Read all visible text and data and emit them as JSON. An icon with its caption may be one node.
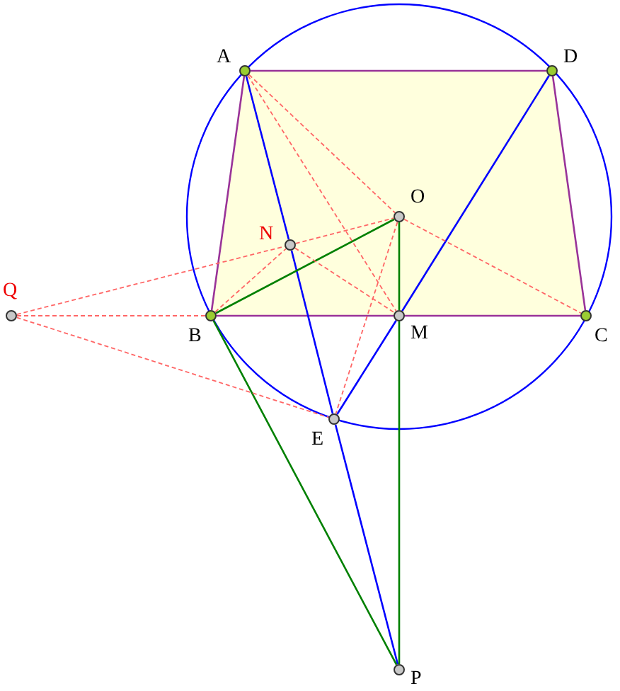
{
  "diagram": {
    "nodes": [
      {
        "text": [
          "A"
        ]
      },
      {
        "text": [
          "D"
        ]
      },
      {
        "text": [
          "O"
        ]
      },
      {
        "text": [
          "N"
        ]
      },
      {
        "text": [
          "Q"
        ]
      },
      {
        "text": [
          "B"
        ]
      },
      {
        "text": [
          "M"
        ]
      },
      {
        "text": [
          "C"
        ]
      },
      {
        "text": [
          "E"
        ]
      },
      {
        "text": [
          "P"
        ]
      }
    ],
    "edges": [
      {
        "from": 0,
        "to": 1,
        "arrow": "none",
        "color": "#993399"
      },
      {
        "from": 0,
        "to": 5,
        "arrow": "none",
        "color": "#993399"
      },
      {
        "from": 1,
        "to": 7,
        "arrow": "none",
        "color": "#993399"
      },
      {
        "from": 5,
        "to": 7,
        "arrow": "none",
        "color": "#993399"
      },
      {
        "from": 0,
        "to": 3,
        "arrow": "none",
        "color": "#0000ff"
      },
      {
        "from": 3,
        "to": 8,
        "arrow": "none",
        "color": "#0000ff"
      },
      {
        "from": 8,
        "to": 9,
        "arrow": "none",
        "color": "#0000ff"
      },
      {
        "from": 1,
        "to": 6,
        "arrow": "none",
        "color": "#0000ff"
      },
      {
        "from": 6,
        "to": 8,
        "arrow": "none",
        "color": "#0000ff"
      },
      {
        "from": 5,
        "to": 2,
        "arrow": "none",
        "color": "#008000"
      },
      {
        "from": 2,
        "to": 6,
        "arrow": "none",
        "color": "#008000"
      },
      {
        "from": 6,
        "to": 9,
        "arrow": "none",
        "color": "#008000"
      },
      {
        "from": 5,
        "to": 9,
        "arrow": "none",
        "color": "#008000"
      },
      {
        "from": 0,
        "to": 2,
        "arrow": "none",
        "style": "dashed"
      },
      {
        "from": 0,
        "to": 6,
        "arrow": "none",
        "style": "dashed"
      },
      {
        "from": 2,
        "to": 7,
        "arrow": "none",
        "style": "dashed"
      },
      {
        "from": 5,
        "to": 3,
        "arrow": "none",
        "style": "dashed"
      },
      {
        "from": 3,
        "to": 6,
        "arrow": "none",
        "style": "dashed"
      },
      {
        "from": 4,
        "to": 3,
        "arrow": "none",
        "style": "dashed"
      },
      {
        "from": 3,
        "to": 2,
        "arrow": "none",
        "style": "dashed"
      },
      {
        "from": 4,
        "to": 5,
        "arrow": "none",
        "style": "dashed"
      },
      {
        "from": 4,
        "to": 8,
        "arrow": "none",
        "style": "dashed"
      },
      {
        "from": 2,
        "to": 8,
        "arrow": "none",
        "style": "dashed"
      }
    ]
  }
}
